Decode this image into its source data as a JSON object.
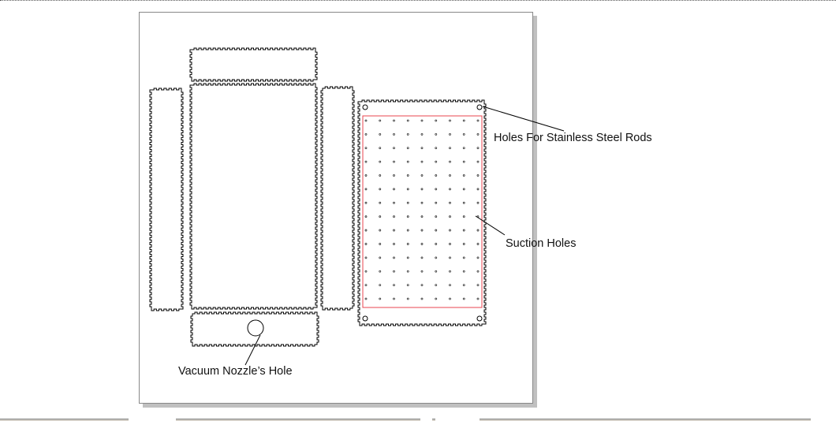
{
  "labels": {
    "rod_holes": "Holes For Stainless Steel Rods",
    "suction_holes": "Suction Holes",
    "nozzle_hole": "Vacuum Nozzle’s Hole"
  },
  "suction_grid": {
    "columns": 9,
    "rows": 14
  },
  "colors": {
    "outline": "#000000",
    "suction_area": "#e8454f",
    "shadow": "#c0c0c0"
  }
}
